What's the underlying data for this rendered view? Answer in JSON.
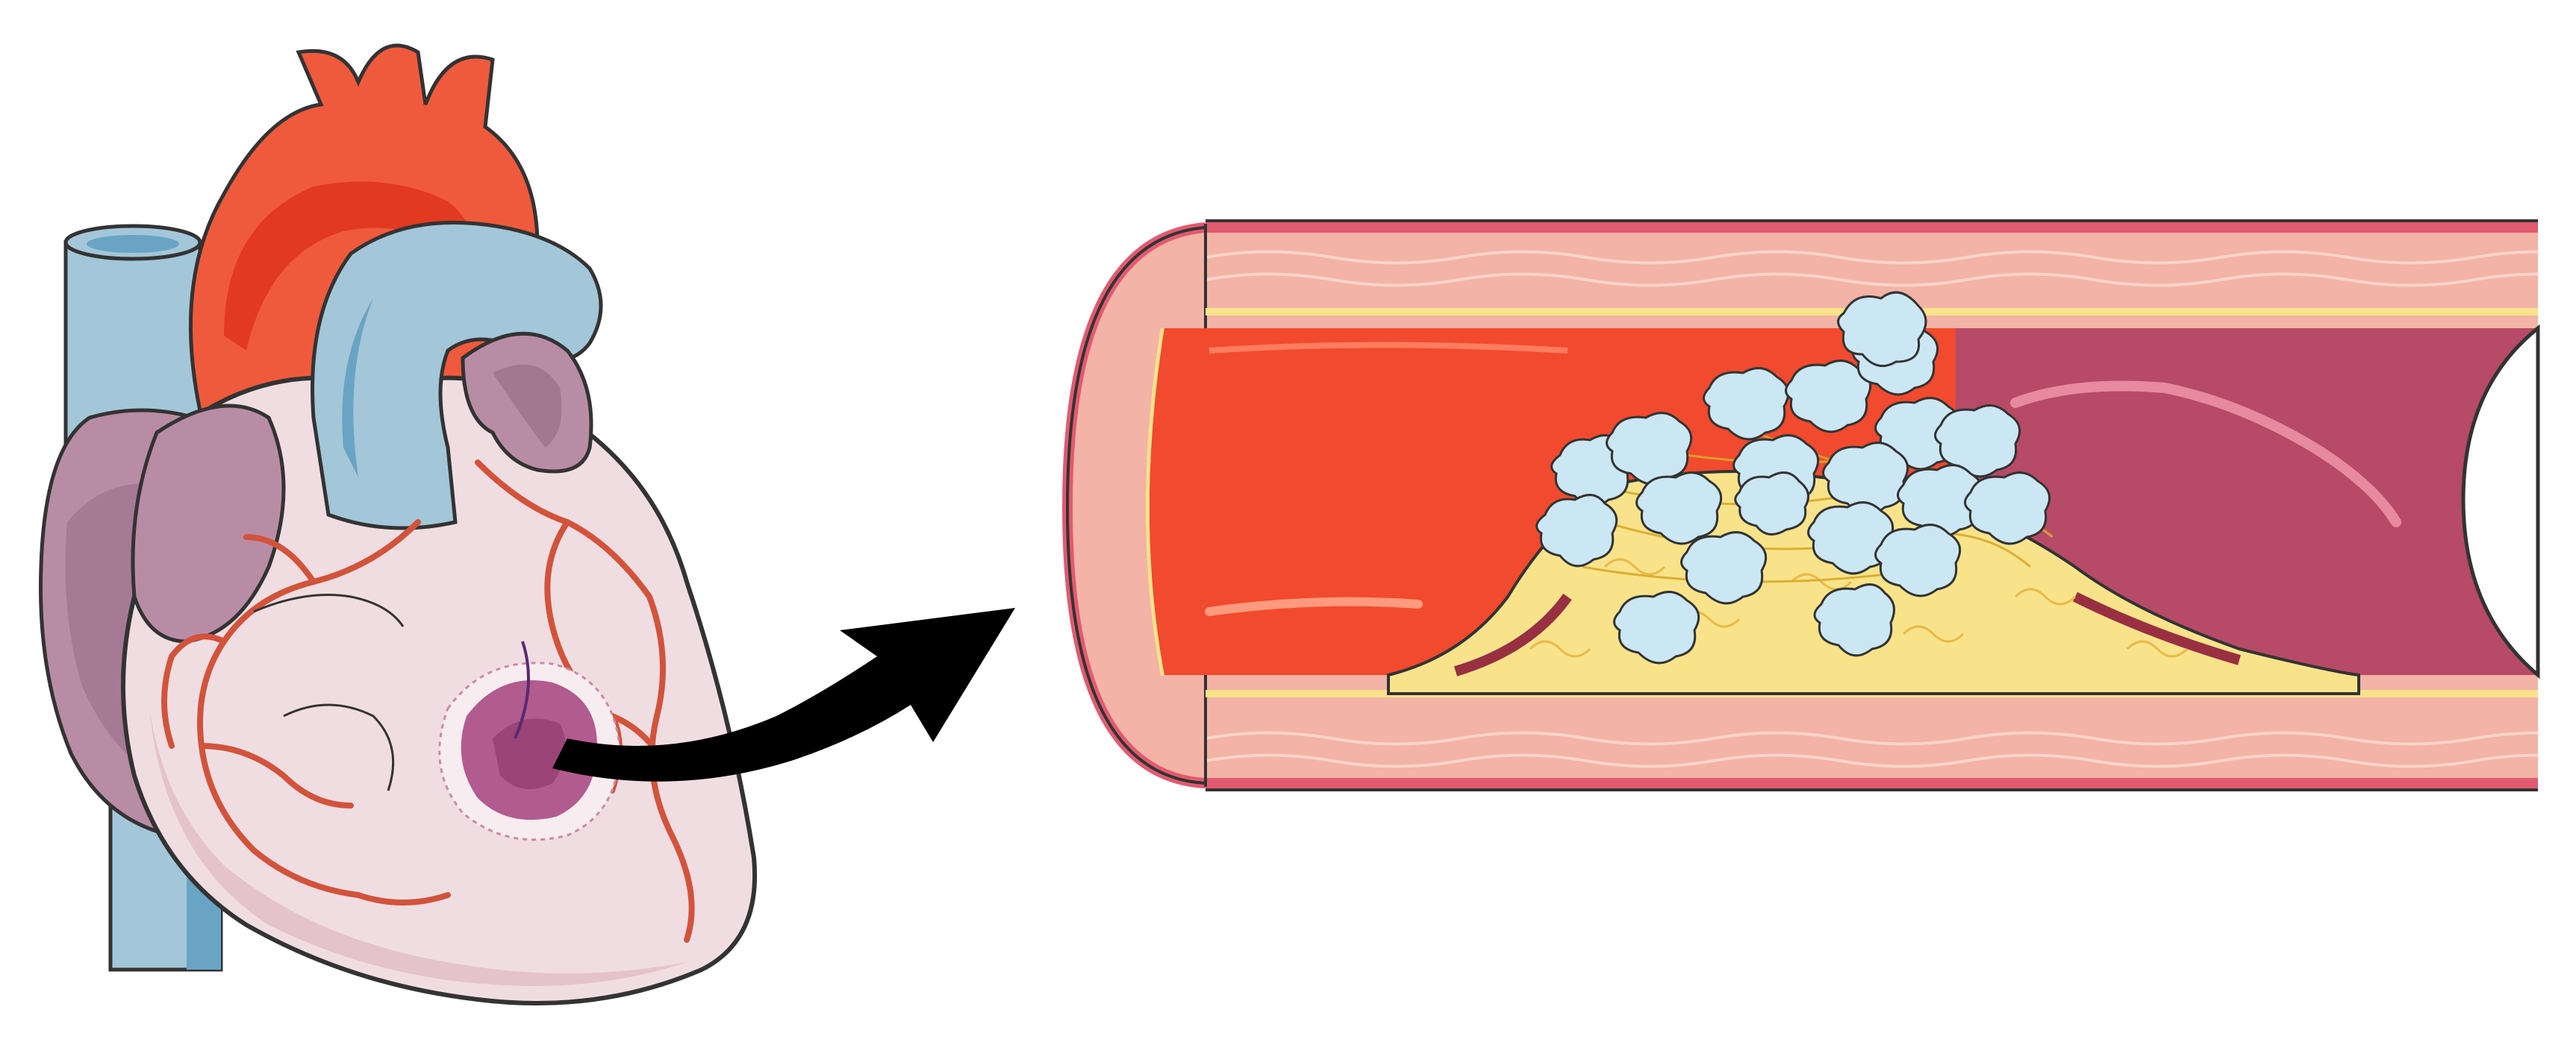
{
  "figure": {
    "panels": [
      {
        "id": "heart",
        "icon": "heart-illustration"
      },
      {
        "id": "artery",
        "icon": "artery-cross-section"
      }
    ],
    "arrow": {
      "icon": "curved-arrow-icon"
    },
    "colors": {
      "background": "#ffffff",
      "heart_muscle": "#f0dde2",
      "aorta": "#f05a3c",
      "aorta_inner": "#e23a20",
      "vena_cava": "#a3c6d9",
      "vena_cava_dark": "#6aa4c4",
      "atrium": "#b98ca6",
      "atrium_dark": "#9a6e8a",
      "coronary_vessel": "#d2533b",
      "infarct_zone": "#b25b8f",
      "arterial_wall": "#f3b3a6",
      "wall_edge": "#e25a6f",
      "blood_lumen": "#f24a2e",
      "lumen_dark": "#8e1c3a",
      "lumen_back": "#b74a66",
      "plaque": "#f9e38a",
      "platelet_clot": "#cbe7f3",
      "outline": "#333333",
      "arrow": "#000000"
    }
  }
}
